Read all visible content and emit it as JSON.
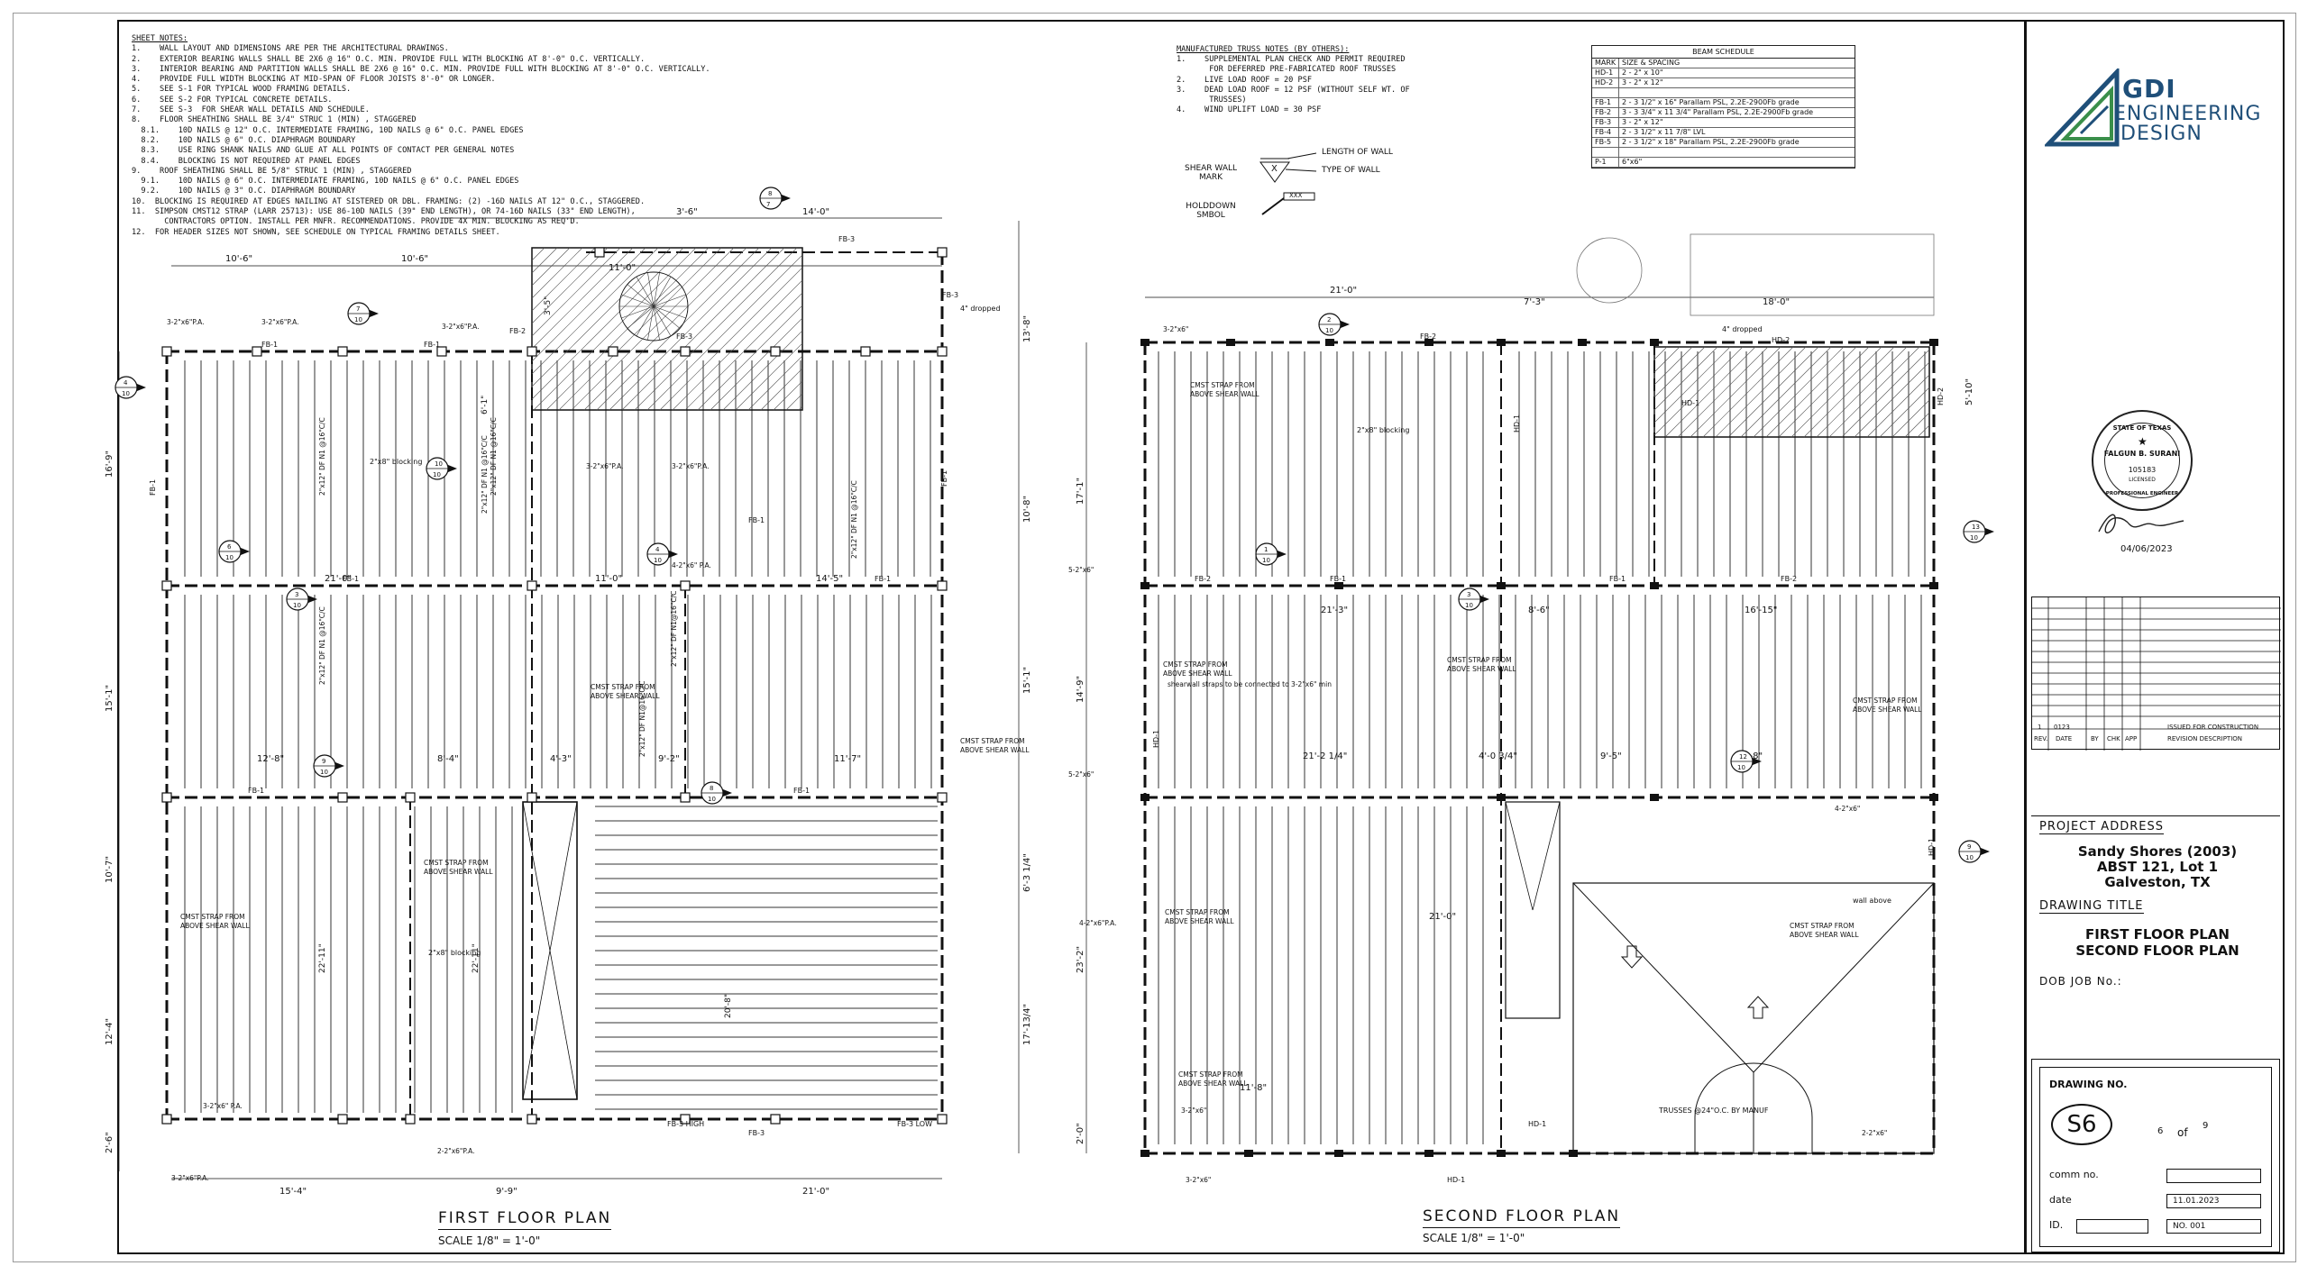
{
  "sheet_notes": {
    "heading": "SHEET NOTES:",
    "lines": [
      "1.    WALL LAYOUT AND DIMENSIONS ARE PER THE ARCHITECTURAL DRAWINGS.",
      "2.    EXTERIOR BEARING WALLS SHALL BE 2X6 @ 16\" O.C. MIN. PROVIDE FULL WITH BLOCKING AT 8'-0\" O.C. VERTICALLY.",
      "3.    INTERIOR BEARING AND PARTITION WALLS SHALL BE 2X6 @ 16\" O.C. MIN. PROVIDE FULL WITH BLOCKING AT 8'-0\" O.C. VERTICALLY.",
      "4.    PROVIDE FULL WIDTH BLOCKING AT MID-SPAN OF FLOOR JOISTS 8'-0\" OR LONGER.",
      "5.    SEE S-1 FOR TYPICAL WOOD FRAMING DETAILS.",
      "6.    SEE S-2 FOR TYPICAL CONCRETE DETAILS.",
      "7.    SEE S-3  FOR SHEAR WALL DETAILS AND SCHEDULE.",
      "8.    FLOOR SHEATHING SHALL BE 3/4\" STRUC 1 (MIN) , STAGGERED",
      "  8.1.    10D NAILS @ 12\" O.C. INTERMEDIATE FRAMING, 10D NAILS @ 6\" O.C. PANEL EDGES",
      "  8.2.    10D NAILS @ 6\" O.C. DIAPHRAGM BOUNDARY",
      "  8.3.    USE RING SHANK NAILS AND GLUE AT ALL POINTS OF CONTACT PER GENERAL NOTES",
      "  8.4.    BLOCKING IS NOT REQUIRED AT PANEL EDGES",
      "9.    ROOF SHEATHING SHALL BE 5/8\" STRUC 1 (MIN) , STAGGERED",
      "  9.1.    10D NAILS @ 6\" O.C. INTERMEDIATE FRAMING, 10D NAILS @ 6\" O.C. PANEL EDGES",
      "  9.2.    10D NAILS @ 3\" O.C. DIAPHRAGM BOUNDARY",
      "10.  BLOCKING IS REQUIRED AT EDGES NAILING AT SISTERED OR DBL. FRAMING: (2) -16D NAILS AT 12\" O.C., STAGGERED.",
      "11.  SIMPSON CMST12 STRAP (LARR 25713): USE 86-10D NAILS (39\" END LENGTH), OR 74-16D NAILS (33\" END LENGTH),",
      "       CONTRACTORS OPTION. INSTALL PER MNFR. RECOMMENDATIONS. PROVIDE 4X MIN. BLOCKING AS REQ'D.",
      "12.  FOR HEADER SIZES NOT SHOWN, SEE SCHEDULE ON TYPICAL FRAMING DETAILS SHEET."
    ]
  },
  "truss_notes": {
    "heading": "MANUFACTURED TRUSS NOTES (BY OTHERS):",
    "lines": [
      "1.    SUPPLEMENTAL PLAN CHECK AND PERMIT REQUIRED",
      "       FOR DEFERRED PRE-FABRICATED ROOF TRUSSES",
      "2.    LIVE LOAD ROOF = 20 PSF",
      "3.    DEAD LOAD ROOF = 12 PSF (WITHOUT SELF WT. OF",
      "       TRUSSES)",
      "4.    WIND UPLIFT LOAD = 30 PSF"
    ]
  },
  "beam_schedule": {
    "title": "BEAM SCHEDULE",
    "header": {
      "mark": "MARK",
      "size": "SIZE & SPACING"
    },
    "rows": [
      {
        "mark": "HD-1",
        "size": "2 - 2\" x 10\""
      },
      {
        "mark": "HD-2",
        "size": "3 - 2\" x 12\""
      },
      {
        "mark": "",
        "size": ""
      },
      {
        "mark": "FB-1",
        "size": "2 - 3 1/2\" x 16\" Parallam PSL, 2.2E-2900Fb grade"
      },
      {
        "mark": "FB-2",
        "size": "3 - 3 3/4\" x 11 3/4\" Parallam PSL, 2.2E-2900Fb grade"
      },
      {
        "mark": "FB-3",
        "size": "3 - 2\" x 12\""
      },
      {
        "mark": "FB-4",
        "size": "2 - 3 1/2\" x 11 7/8\" LVL"
      },
      {
        "mark": "FB-5",
        "size": "2 - 3 1/2\" x 18\" Parallam PSL, 2.2E-2900Fb grade"
      },
      {
        "mark": "",
        "size": ""
      },
      {
        "mark": "P-1",
        "size": "6\"x6\""
      }
    ]
  },
  "legend": {
    "shear_wall_mark": "SHEAR WALL MARK",
    "length_of_wall": "LENGTH OF WALL",
    "type_of_wall": "TYPE OF WALL",
    "holddown_symbol": "HOLDDOWN SMBOL",
    "x_label": "X",
    "xxx": "XXX"
  },
  "first_floor": {
    "title": "FIRST FLOOR  PLAN",
    "scale": "SCALE 1/8\" = 1'-0\"",
    "dims_top": [
      "10'-6\"",
      "10'-6\"",
      "11'-0\"",
      "3'-6\"",
      "14'-0\""
    ],
    "dims_mid1": [
      "21'-0\"",
      "11'-0\"",
      "14'-5\""
    ],
    "dims_mid2": [
      "12'-8\"",
      "8'-4\"",
      "4'-3\"",
      "9'-2\"",
      "11'-7\""
    ],
    "dims_bottom": [
      "15'-4\"",
      "9'-9\"",
      "21'-0\""
    ],
    "dims_left": [
      "16'-9\"",
      "15'-1\"",
      "10'-7\"",
      "12'-4\"",
      "2'-6\""
    ],
    "dims_right": [
      "13'-8\"",
      "10'-8\"",
      "15'-1\"",
      "6'-3 1/4\"",
      "17'-13/4\""
    ],
    "inner_dims": [
      "22'-11\"",
      "22'-11\"",
      "20'-8\"",
      "6'-1\"",
      "3'-5\""
    ],
    "beams": [
      "FB-1",
      "FB-1",
      "FB-1",
      "FB-1",
      "FB-1",
      "FB-1",
      "FB-1",
      "FB-2",
      "FB-3",
      "FB-3",
      "FB-3",
      "FB-3 HIGH",
      "FB-3 LOW",
      "FB-3",
      "FB-1",
      "FB-1"
    ],
    "joists": [
      "2\"x12\" DF N1 @16\"C/C",
      "2\"x12\" DF N1 @16\"C/C",
      "2\"x12\" DF N1 @16\"C/C",
      "2\"x12\" DF N1 @16\"C/C",
      "2\"x12\" DF N1@16\"C/C",
      "2\"x12\" DF N1 @16\"C/C",
      "2\"x12\" DF N1@16\"C/C"
    ],
    "notes": [
      "CMST STRAP FROM ABOVE SHEAR WALL",
      "CMST STRAP FROM ABOVE SHEAR WALL",
      "CMST STRAP FROM ABOVE SHEAR WALL",
      "CMST STRAP FROM ABOVE SHEAR WALL"
    ],
    "posts": [
      "3-2\"x6\"P.A.",
      "3-2\"x6\"P.A.",
      "3-2\"x6\"P.A.",
      "3-2\"x6\"P.A.",
      "3-2\"x6\"P.A.",
      "4-2\"x6\" P.A.",
      "3-2\"x6\" P.A.",
      "2-2\"x6\"P.A.",
      "3-2\"x6\"P.A."
    ],
    "blocking": [
      "2\"x8\" blocking",
      "2\"x8\" blocking"
    ],
    "dropped": "4\" dropped",
    "callouts": [
      {
        "top": "7",
        "bottom": "10"
      },
      {
        "top": "4",
        "bottom": "10"
      },
      {
        "top": "6",
        "bottom": "10"
      },
      {
        "top": "3",
        "bottom": "10"
      },
      {
        "top": "4",
        "bottom": "10"
      },
      {
        "top": "8",
        "bottom": "10"
      },
      {
        "top": "9",
        "bottom": "10"
      },
      {
        "top": "10",
        "bottom": "10"
      },
      {
        "top": "8",
        "bottom": "7"
      }
    ]
  },
  "second_floor": {
    "title": "SECOND FLOOR  PLAN",
    "scale": "SCALE 1/8\" = 1'-0\"",
    "dims_top": [
      "21'-0\"",
      "7'-3\"",
      "18'-0\""
    ],
    "dims_mid1": [
      "21'-3\"",
      "8'-6\"",
      "16'-15\""
    ],
    "dims_mid2": [
      "21'-2 1/4\"",
      "4'-0 3/4\"",
      "9'-5\"",
      "11'-8\""
    ],
    "dims_lower": [
      "21'-0\"",
      "11'-8\""
    ],
    "dims_left": [
      "17'-1\"",
      "14'-9\"",
      "23'-2\"",
      "2'-0\""
    ],
    "dims_right": [
      "5'-10\""
    ],
    "beams": [
      "HD-2",
      "HD-1",
      "HD-2",
      "HD-1",
      "HD-1",
      "HD-1",
      "FB-1",
      "FB-2",
      "FB-2",
      "FB-1",
      "FB-2",
      "HD-1",
      "HD-1"
    ],
    "notes": [
      "CMST STRAP FROM ABOVE SHEAR WALL",
      "CMST STRAP FROM ABOVE SHEAR WALL",
      "CMST STRAP FROM ABOVE SHEAR WALL",
      "CMST STRAP FROM ABOVE SHEAR WALL",
      "CMST STRAP FROM ABOVE SHEAR WALL",
      "CMST STRAP FROM ABOVE SHEAR WALL",
      "CMST STRAP FROM ABOVE SHEAR WALL"
    ],
    "shearwall_note": "shearwall straps to be connected to 3-2\"x6\" min",
    "wall_above": "wall above",
    "trusses": "TRUSSES @24\"O.C. BY MANUF",
    "posts": [
      "3-2\"x6\"",
      "5-2\"x6\"",
      "5-2\"x6\"",
      "4-2\"x6\"P.A.",
      "3-2\"x6\"",
      "2-2\"x6\"",
      "3-2\"x6\"",
      "4-2\"x6\""
    ],
    "dropped": "4\" dropped",
    "blocking": "2\"x8\" blocking",
    "callouts": [
      {
        "top": "2",
        "bottom": "10"
      },
      {
        "top": "1",
        "bottom": "10"
      },
      {
        "top": "3",
        "bottom": "10"
      },
      {
        "top": "13",
        "bottom": "10"
      },
      {
        "top": "12",
        "bottom": "10"
      },
      {
        "top": "9",
        "bottom": "10"
      }
    ]
  },
  "title_block": {
    "logo": {
      "gdi": "GDI",
      "engineering": "ENGINEERING",
      "design": "DESIGN"
    },
    "seal": {
      "state": "STATE OF TEXAS",
      "name": "FALGUN B. SURANI",
      "number": "105183",
      "licensed": "LICENSED",
      "pe": "PROFESSIONAL ENGINEER"
    },
    "sign_date": "04/06/2023",
    "revision": {
      "rev": "1",
      "date": "0123",
      "desc": "ISSUED FOR CONSTRUCTION",
      "h_rev": "REV.",
      "h_date": "DATE",
      "h_by": "BY",
      "h_chk": "CHK",
      "h_app": "APP",
      "h_desc": "REVISION DESCRIPTION"
    },
    "project_address_label": "PROJECT ADDRESS",
    "project_address": [
      "Sandy Shores (2003)",
      "ABST 121, Lot 1",
      "Galveston, TX"
    ],
    "drawing_title_label": "DRAWING TITLE",
    "drawing_title": [
      "FIRST FLOOR PLAN",
      "SECOND FLOOR PLAN"
    ],
    "dob_label": "DOB JOB No.:",
    "drawing_no_label": "DRAWING NO.",
    "drawing_no": "S6",
    "sheet_num": "6",
    "of": "of",
    "sheet_total": "9",
    "comm_label": "comm  no.",
    "comm_val": "",
    "date_label": "date",
    "date_val": "11.01.2023",
    "id_label": "ID.",
    "id_val": "",
    "no_val": "NO. 001"
  },
  "colors": {
    "line": "#111111",
    "hatch": "#444444",
    "logo_blue": "#1f4f79",
    "logo_green": "#3a8f4a"
  }
}
